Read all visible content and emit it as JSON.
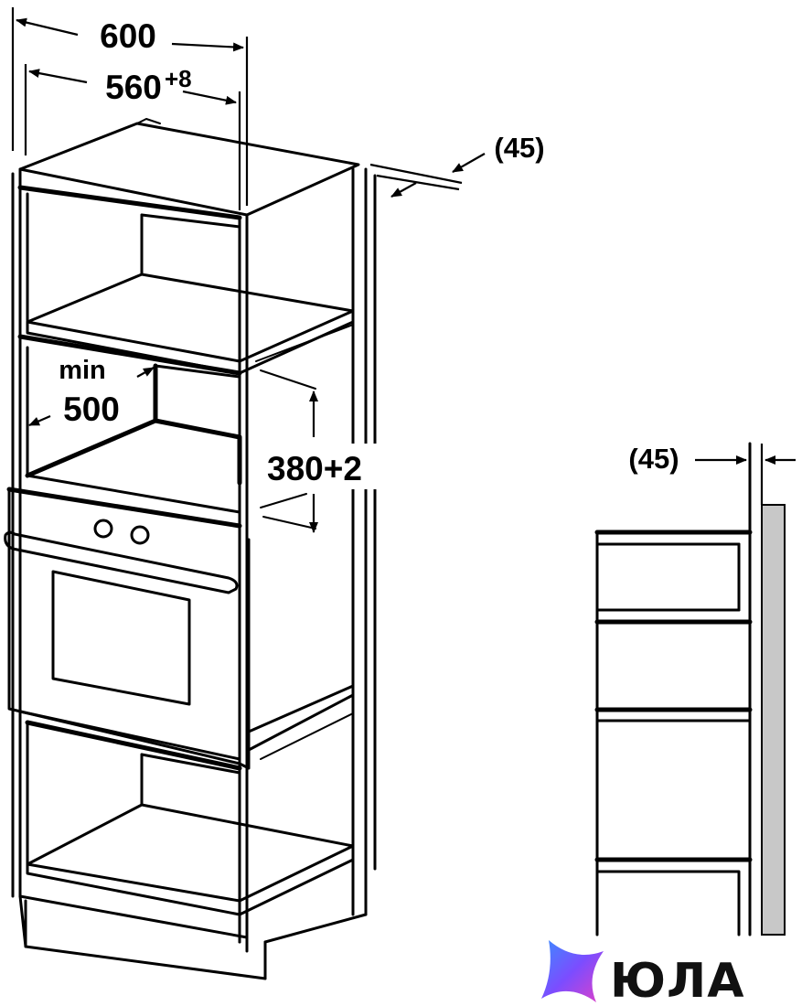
{
  "labels": {
    "width_total": "600",
    "width_inner": "560",
    "width_inner_tolerance": "+8",
    "gap_top": "(45)",
    "gap_side": "(45)",
    "depth_min_word": "min",
    "depth_min_value": "500",
    "niche_height": "380+2"
  },
  "logo": {
    "text": "ЮЛА",
    "gradient": [
      "#3c8cff",
      "#7b4dff",
      "#e040c8"
    ]
  },
  "colors": {
    "line": "#000000",
    "panel_gray": "#c8c8c8",
    "background": "#ffffff"
  }
}
